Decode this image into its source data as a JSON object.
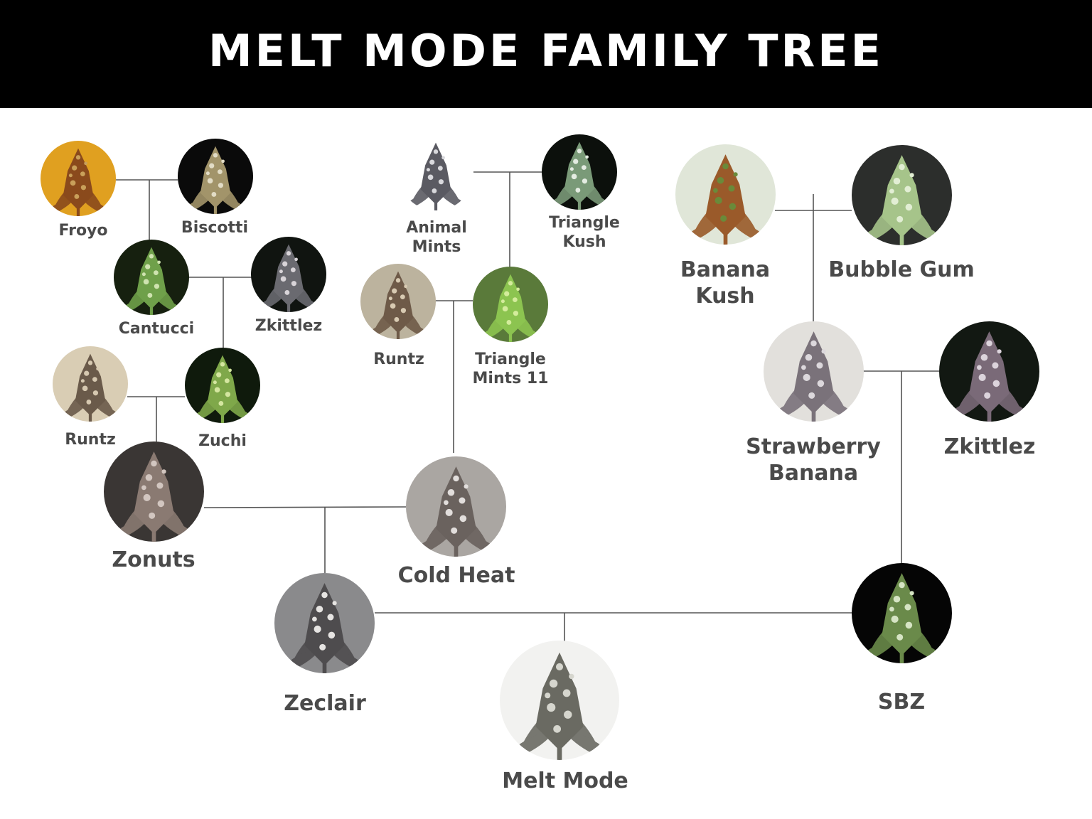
{
  "header": {
    "title": "MELT MODE FAMILY TREE"
  },
  "colors": {
    "banner_bg": "#000000",
    "title_text": "#ffffff",
    "label_text": "#4a4a4a",
    "connector": "#555555"
  },
  "strains": {
    "froyo": {
      "label": "Froyo",
      "bg": "#e0a020",
      "plant": "#8a4a1c",
      "accent": "#c9a05a"
    },
    "biscotti": {
      "label": "Biscotti",
      "bg": "#0a0a0a",
      "plant": "#a2946a",
      "accent": "#e2dcc6"
    },
    "cantucci": {
      "label": "Cantucci",
      "bg": "#16200f",
      "plant": "#6fa04a",
      "accent": "#cfe3b0"
    },
    "zkittlez_top": {
      "label": "Zkittlez",
      "bg": "#101410",
      "plant": "#6a6a70",
      "accent": "#d8d4d8"
    },
    "runtz_left": {
      "label": "Runtz",
      "bg": "#d9cdb4",
      "plant": "#6a5a4a",
      "accent": "#d6c8b0"
    },
    "zuchi": {
      "label": "Zuchi",
      "bg": "#0f1a0c",
      "plant": "#7fa84a",
      "accent": "#d4e6a0"
    },
    "zonuts": {
      "label": "Zonuts",
      "bg": "#3a3634",
      "plant": "#8a7a72",
      "accent": "#d2c6c0"
    },
    "animal_mints": {
      "label": "Animal\nMints",
      "bg": "#ffffff",
      "plant": "#5a5a62",
      "accent": "#d8d8dc"
    },
    "triangle_kush": {
      "label": "Triangle\nKush",
      "bg": "#0c100c",
      "plant": "#7a9a78",
      "accent": "#e4ece2"
    },
    "runtz_mid": {
      "label": "Runtz",
      "bg": "#bcb39e",
      "plant": "#6e5a48",
      "accent": "#d8cab2"
    },
    "triangle_mints_11": {
      "label": "Triangle\nMints 11",
      "bg": "#5a7a3a",
      "plant": "#8cc450",
      "accent": "#d4ec9c"
    },
    "cold_heat": {
      "label": "Cold Heat",
      "bg": "#aaa6a2",
      "plant": "#6a625e",
      "accent": "#e2dedc"
    },
    "banana_kush": {
      "label": "Banana\nKush",
      "bg": "#e0e6d8",
      "plant": "#9a5a2a",
      "accent": "#6a8a3a"
    },
    "bubble_gum": {
      "label": "Bubble Gum",
      "bg": "#2c2e2c",
      "plant": "#a6c48a",
      "accent": "#e2eed4"
    },
    "strawberry_banana": {
      "label": "Strawberry\nBanana",
      "bg": "#e2e0dc",
      "plant": "#7a727a",
      "accent": "#dcd8dc"
    },
    "zkittlez_right": {
      "label": "Zkittlez",
      "bg": "#121812",
      "plant": "#7a6a78",
      "accent": "#dcd4dc"
    },
    "zeclair": {
      "label": "Zeclair",
      "bg": "#8a8a8c",
      "plant": "#4e4c4e",
      "accent": "#e6e4e2"
    },
    "sbz": {
      "label": "SBZ",
      "bg": "#050505",
      "plant": "#6a8a4a",
      "accent": "#d6e4c4"
    },
    "melt_mode": {
      "label": "Melt Mode",
      "bg": "#f2f2f0",
      "plant": "#6a6a62",
      "accent": "#d6d6ce"
    }
  }
}
